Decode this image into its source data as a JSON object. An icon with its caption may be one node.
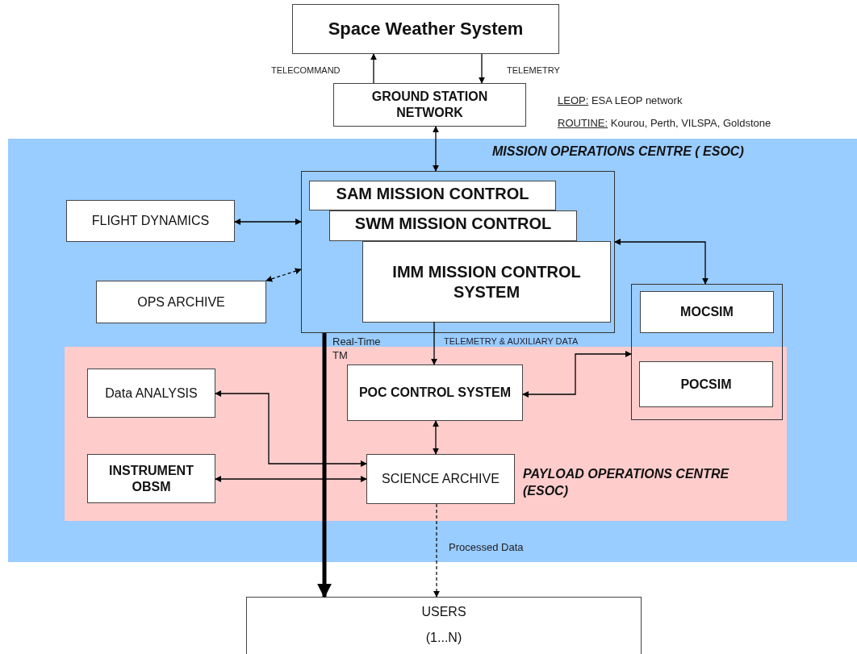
{
  "diagram": {
    "nodes": [
      {
        "text": [
          "Space Weather System"
        ]
      },
      {
        "text": [
          "GROUND STATION NETWORK"
        ]
      },
      {
        "text": [
          "MISSION OPERATIONS CENTRE ( ESOC)"
        ]
      },
      {
        "text": [],
        "shape": "box",
        "in": 2
      },
      {
        "text": [
          "SAM MISSION CONTROL"
        ],
        "in": 3
      },
      {
        "text": [
          "SWM MISSION CONTROL"
        ],
        "in": 3
      },
      {
        "text": [
          "IMM MISSION CONTROL SYSTEM"
        ],
        "in": 3
      },
      {
        "text": [
          "FLIGHT DYNAMICS"
        ],
        "in": 2
      },
      {
        "text": [
          "OPS ARCHIVE"
        ],
        "in": 2
      },
      {
        "text": [
          "PAYLOAD OPERATIONS CENTRE (ESOC)"
        ],
        "in": 2
      },
      {
        "text": [],
        "shape": "box",
        "in": 2
      },
      {
        "text": [
          "MOCSIM"
        ],
        "in": 10
      },
      {
        "text": [
          "POCSIM"
        ]
      },
      {
        "text": [
          "POC CONTROL SYSTEM"
        ],
        "in": 9
      },
      {
        "text": [
          "Data ANALYSIS"
        ],
        "in": 9
      },
      {
        "text": [
          "INSTRUMENT OBSM"
        ],
        "in": 9
      },
      {
        "text": [
          "SCIENCE ARCHIVE"
        ],
        "in": 9
      },
      {
        "text": [
          "USERS",
          "(1...N)"
        ]
      }
    ],
    "edges": [
      {
        "from": 1,
        "to": 0,
        "arrow": "to",
        "label": "TELECOMMAND"
      },
      {
        "from": 0,
        "to": 1,
        "arrow": "to",
        "label": "TELEMETRY"
      },
      {
        "from": 1,
        "to": 3,
        "arrow": "both"
      },
      {
        "from": 7,
        "to": 3,
        "arrow": "both"
      },
      {
        "from": 8,
        "to": 3,
        "arrow": "both",
        "style": "dashed"
      },
      {
        "from": 3,
        "to": 10,
        "arrow": "both"
      },
      {
        "from": 6,
        "to": 13,
        "arrow": "to",
        "label": "TELEMETRY & AUXILIARY DATA"
      },
      {
        "from": 13,
        "to": 10,
        "arrow": "both"
      },
      {
        "from": 14,
        "to": 16,
        "arrow": "both"
      },
      {
        "from": 15,
        "to": 16,
        "arrow": "both"
      },
      {
        "from": 13,
        "to": 16,
        "arrow": "both"
      },
      {
        "from": 3,
        "to": 17,
        "arrow": "to",
        "style": "thick",
        "label": "Real-Time TM"
      },
      {
        "from": 16,
        "to": 17,
        "arrow": "to",
        "style": "dashed",
        "label": "Processed Data"
      }
    ],
    "labels": [
      "LEOP: ESA LEOP network",
      "ROUTINE: Kourou, Perth, VILSPA, Goldstone"
    ]
  }
}
